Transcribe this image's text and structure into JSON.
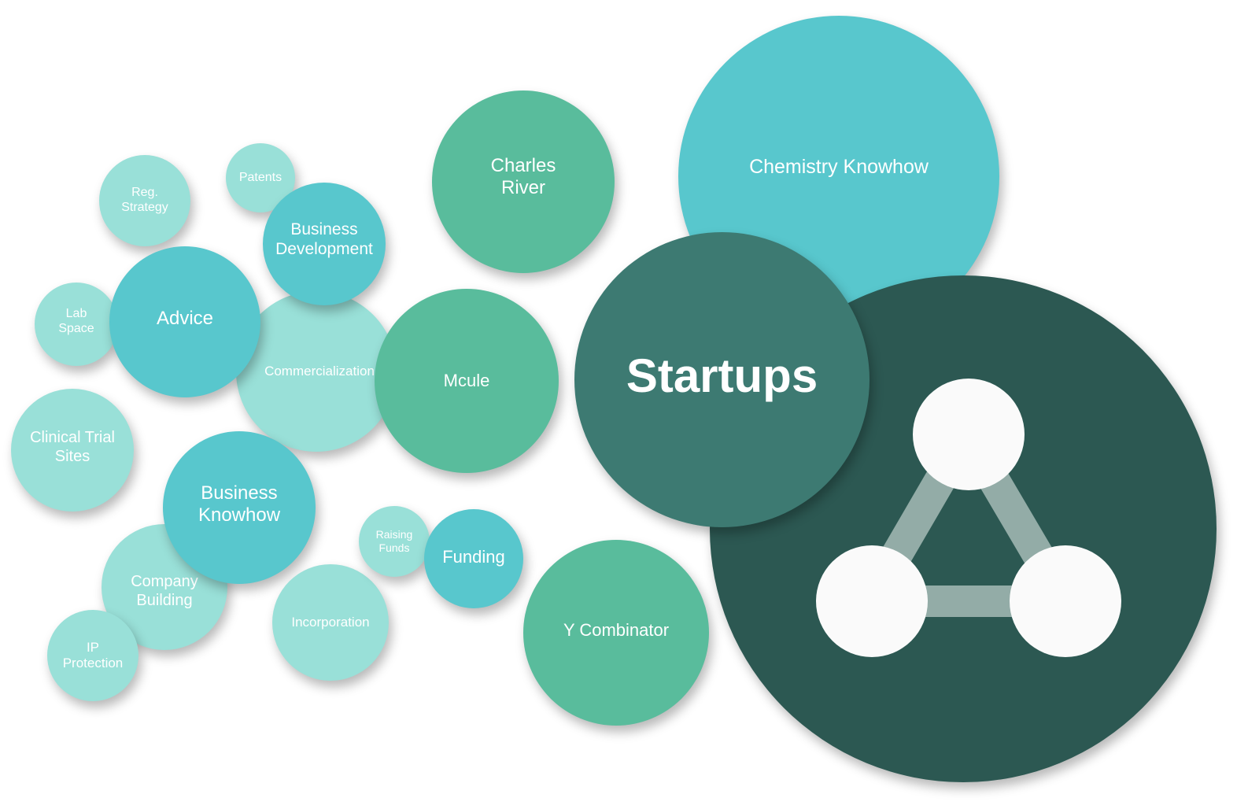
{
  "colors": {
    "light": "#99e0d8",
    "teal": "#58c7cd",
    "green": "#59bc9c",
    "dark": "#3d7a72",
    "darkest": "#2c5852",
    "logo_fill": "#fafafa",
    "logo_link": "#93aca7"
  },
  "bubbles": {
    "chemistry_knowhow": "Chemistry Knowhow",
    "charles_river": "Charles\nRiver",
    "patents": "Patents",
    "reg_strategy": "Reg.\nStrategy",
    "business_development": "Business\nDevelopment",
    "lab_space": "Lab\nSpace",
    "advice": "Advice",
    "commercialization": "Commercialization",
    "mcule": "Mcule",
    "startups": "Startups",
    "clinical_trial_sites": "Clinical Trial\nSites",
    "business_knowhow": "Business\nKnowhow",
    "raising_funds": "Raising\nFunds",
    "funding": "Funding",
    "company_building": "Company\nBuilding",
    "incorporation": "Incorporation",
    "y_combinator": "Y Combinator",
    "ip_protection": "IP\nProtection"
  },
  "logo": {
    "icon": "molecule-network-icon"
  }
}
